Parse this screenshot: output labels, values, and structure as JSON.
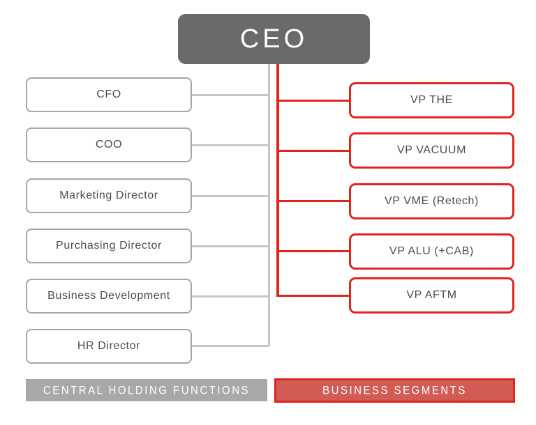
{
  "diagram": {
    "root": {
      "label": "CEO"
    },
    "left_nodes": [
      {
        "label": "CFO"
      },
      {
        "label": "COO"
      },
      {
        "label": "Marketing Director"
      },
      {
        "label": "Purchasing Director"
      },
      {
        "label": "Business Development"
      },
      {
        "label": "HR Director"
      }
    ],
    "right_nodes": [
      {
        "label": "VP THE"
      },
      {
        "label": "VP VACUUM"
      },
      {
        "label": "VP VME (Retech)"
      },
      {
        "label": "VP ALU (+CAB)"
      },
      {
        "label": "VP AFTM"
      }
    ],
    "legend": {
      "left_label": "CENTRAL HOLDING FUNCTIONS",
      "right_label": "BUSINESS SEGMENTS"
    }
  },
  "colors": {
    "ceo_fill": "#6a6a6a",
    "ceo_text": "#ffffff",
    "left_node_border": "#a6a6a6",
    "right_node_border": "#e0251c",
    "node_text": "#474d57",
    "connector_gray": "#c6c6c6",
    "connector_red": "#e0251c",
    "legend_gray_fill": "#a8a8a8",
    "legend_red_fill": "#d05c55",
    "legend_red_border": "#e0251c",
    "legend_text": "#ffffff"
  }
}
